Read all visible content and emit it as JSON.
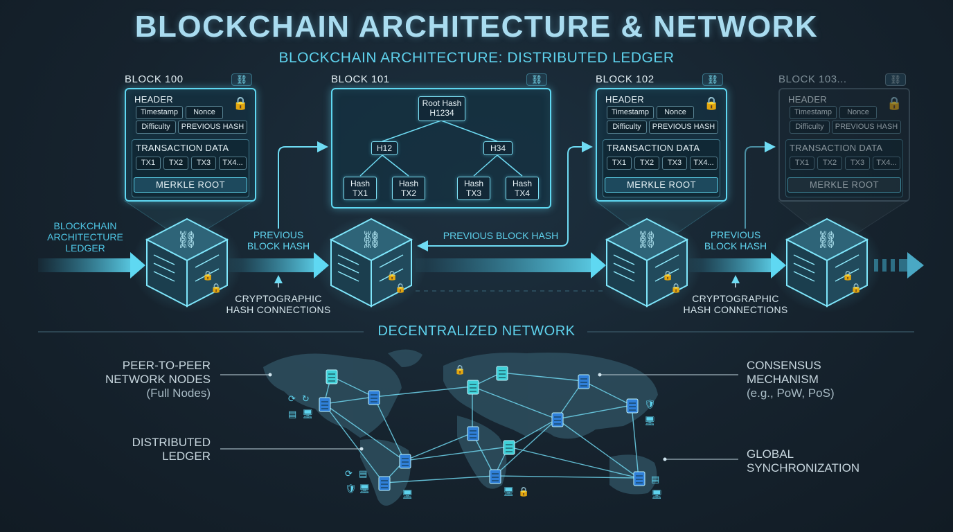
{
  "title": "BLOCKCHAIN ARCHITECTURE & NETWORK",
  "subtitle": "BLOCKCHAIN ARCHITECTURE: DISTRIBUTED LEDGER",
  "blocks": [
    {
      "label": "BLOCK 100",
      "header_title": "HEADER",
      "header_fields": [
        "Timestamp",
        "Nonce",
        "Difficulty",
        "PREVIOUS HASH"
      ],
      "tx_title": "TRANSACTION DATA",
      "tx": [
        "TX1",
        "TX2",
        "TX3",
        "TX4..."
      ],
      "merkle": "MERKLE ROOT"
    },
    {
      "label": "BLOCK 101",
      "tree": {
        "root": "Root Hash\nH1234",
        "mid": [
          "H12",
          "H34"
        ],
        "leaves": [
          "Hash\nTX1",
          "Hash\nTX2",
          "Hash\nTX3",
          "Hash\nTX4"
        ]
      }
    },
    {
      "label": "BLOCK 102",
      "header_title": "HEADER",
      "header_fields": [
        "Timestamp",
        "Nonce",
        "Difficulty",
        "PREVIOUS HASH"
      ],
      "tx_title": "TRANSACTION DATA",
      "tx": [
        "TX1",
        "TX2",
        "TX3",
        "TX4..."
      ],
      "merkle": "MERKLE ROOT"
    },
    {
      "label": "BLOCK 103...",
      "header_title": "HEADER",
      "header_fields": [
        "Timestamp",
        "Nonce",
        "Difficulty",
        "PREVIOUS HASH"
      ],
      "tx_title": "TRANSACTION DATA",
      "tx": [
        "TX1",
        "TX2",
        "TX3",
        "TX4..."
      ],
      "merkle": "MERKLE ROOT"
    }
  ],
  "captions": {
    "ledger": "BLOCKCHAIN\nARCHITECTURE\nLEDGER",
    "prev_hash_1": "PREVIOUS\nBLOCK HASH",
    "prev_hash_mid": "PREVIOUS BLOCK HASH",
    "prev_hash_2": "PREVIOUS\nBLOCK HASH",
    "crypto_1": "CRYPTOGRAPHIC\nHASH CONNECTIONS",
    "crypto_2": "CRYPTOGRAPHIC\nHASH CONNECTIONS"
  },
  "network": {
    "heading": "DECENTRALIZED NETWORK",
    "p2p_line1": "PEER-TO-PEER",
    "p2p_line2": "NETWORK NODES",
    "p2p_line3": "(Full Nodes)",
    "ledger_line1": "DISTRIBUTED",
    "ledger_line2": "LEDGER",
    "consensus_line1": "CONSENSUS",
    "consensus_line2": "MECHANISM",
    "consensus_line3": "(e.g., PoW, PoS)",
    "sync_line1": "GLOBAL",
    "sync_line2": "SYNCHRONIZATION"
  },
  "icons": {
    "link": "link-icon",
    "lock": "lock-icon",
    "server": "server-icon",
    "shield": "shield-check-icon",
    "sync": "sync-icon",
    "monitor": "monitor-icon"
  },
  "colors": {
    "accent": "#5fd8f2",
    "node_blue": "#2f7fd8",
    "node_teal": "#3fd0d8",
    "background": "#16232e"
  }
}
